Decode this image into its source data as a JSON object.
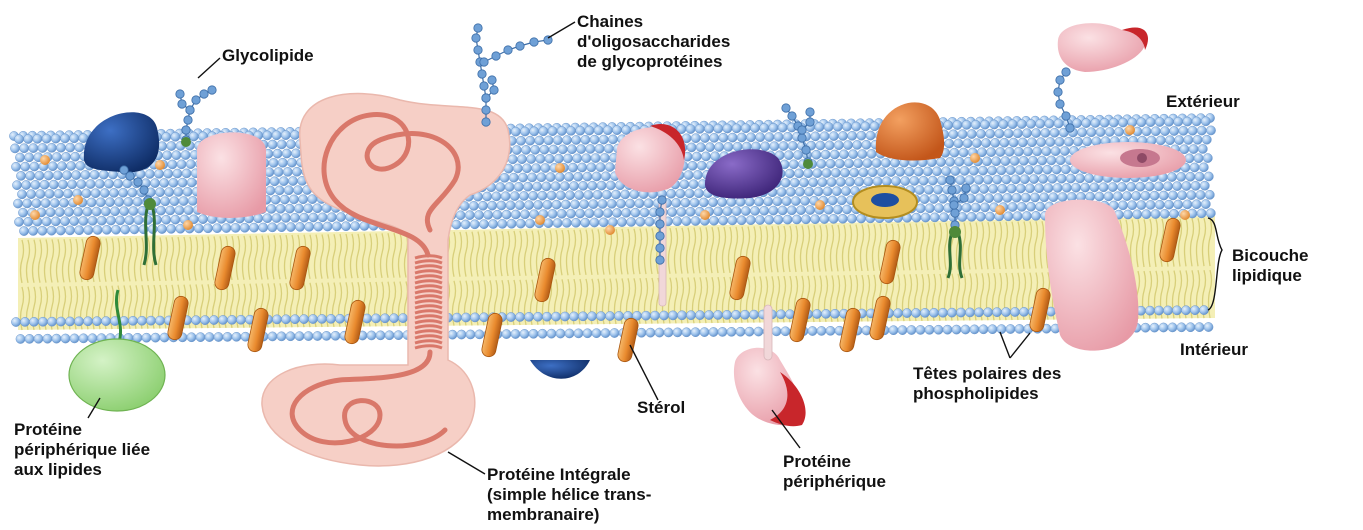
{
  "diagram": {
    "labels": {
      "glycolipide": "Glycolipide",
      "chaines": [
        "Chaines",
        "d'oligosaccharides",
        "de glycoprotéines"
      ],
      "exterieur": "Extérieur",
      "bicouche": [
        "Bicouche",
        "lipidique"
      ],
      "interieur": "Intérieur",
      "tetes": [
        "Têtes polaires des",
        "phospholipides"
      ],
      "sterol": "Stérol",
      "proteine_peripherique": [
        "Protéine",
        "périphérique"
      ],
      "proteine_integrale": [
        "Protéine Intégrale",
        "(simple hélice trans-",
        "membranaire)"
      ],
      "proteine_liee": [
        "Protéine",
        "périphérique liée",
        "aux lipides"
      ]
    },
    "colors": {
      "head": "#9ec3ec",
      "head_stroke": "#5f8fc9",
      "tail_zone": "#f4efb6",
      "tail": "#d8cf7a",
      "sterol": "#e98a2e",
      "integral_fill": "#f6cfc6",
      "integral_chain": "#d9786a",
      "sugar": "#6fa0d6",
      "sugar_green": "#4f8a3a",
      "protein_pink": "#eeabb5",
      "protein_blue_dark": "#17418a",
      "protein_purple": "#5a3a98",
      "protein_orange": "#de6f22",
      "protein_green": "#a6dc8d",
      "accent_red": "#c8262b"
    },
    "icons": [
      "glycolipid-chain-icon",
      "glycoprotein-chain-icon",
      "sterol-icon",
      "channel-ring-icon"
    ]
  }
}
